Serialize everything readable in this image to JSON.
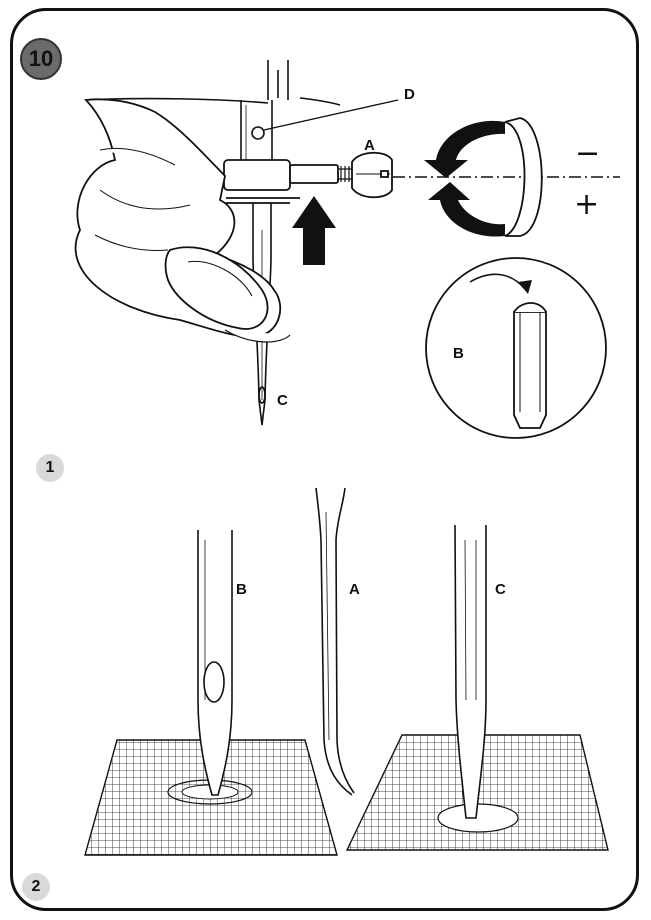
{
  "figure": {
    "step_badge": "10",
    "section_1": "1",
    "section_2": "2"
  },
  "labels_top": {
    "a": "A",
    "b": "B",
    "c": "C",
    "d": "D",
    "minus": "−",
    "plus": "+"
  },
  "labels_bottom": {
    "b": "B",
    "a": "A",
    "c": "C"
  },
  "icons": [
    "rotate-arrow-icon",
    "up-arrow-icon"
  ],
  "colors": {
    "line": "#111111",
    "badge_dark": "#6b6b6b",
    "badge_light": "#d9d9d9"
  }
}
